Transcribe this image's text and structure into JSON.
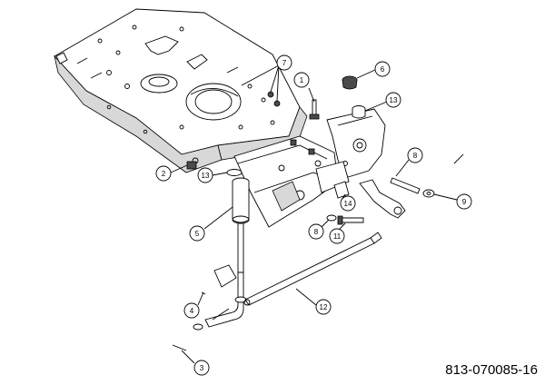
{
  "diagram": {
    "part_number": "813-070085-16",
    "callouts": [
      {
        "id": "c1",
        "label": "1"
      },
      {
        "id": "c2",
        "label": "2"
      },
      {
        "id": "c3",
        "label": "3"
      },
      {
        "id": "c4",
        "label": "4"
      },
      {
        "id": "c5",
        "label": "5"
      },
      {
        "id": "c6",
        "label": "6"
      },
      {
        "id": "c7",
        "label": "7"
      },
      {
        "id": "c8a",
        "label": "8"
      },
      {
        "id": "c8b",
        "label": "8"
      },
      {
        "id": "c9",
        "label": "9"
      },
      {
        "id": "c11",
        "label": "11"
      },
      {
        "id": "c12",
        "label": "12"
      },
      {
        "id": "c13a",
        "label": "13"
      },
      {
        "id": "c13b",
        "label": "13"
      },
      {
        "id": "c14",
        "label": "14"
      }
    ]
  }
}
